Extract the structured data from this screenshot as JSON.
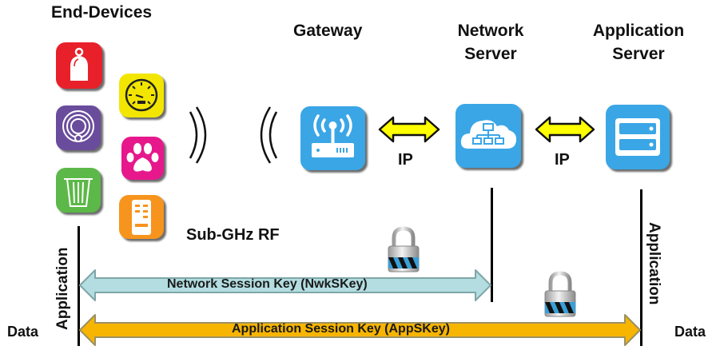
{
  "titles": {
    "end_devices": "End-Devices",
    "gateway": "Gateway",
    "network_server_line1": "Network",
    "network_server_line2": "Server",
    "application_server_line1": "Application",
    "application_server_line2": "Server"
  },
  "links": {
    "rf_label": "Sub-GHz RF",
    "ip_label_1": "IP",
    "ip_label_2": "IP"
  },
  "end_devices": [
    {
      "icon": "bottle-icon",
      "color": "#e8202a"
    },
    {
      "icon": "gauge-icon",
      "color": "#f2e600"
    },
    {
      "icon": "smoke-detector-icon",
      "color": "#6a4c9c"
    },
    {
      "icon": "paw-icon",
      "color": "#e6188c"
    },
    {
      "icon": "trash-bin-icon",
      "color": "#5cb848"
    },
    {
      "icon": "remote-control-icon",
      "color": "#f7941d"
    }
  ],
  "server_icon_color": "#3aa6e6",
  "keys": {
    "nwk_label": "Network Session Key (NwkSKey)",
    "nwk_color": "#b3dde0",
    "app_label": "Application Session Key (AppSKey)",
    "app_color": "#f7b500"
  },
  "side_labels": {
    "left_data": "Data",
    "left_application": "Application",
    "right_data": "Data",
    "right_application": "Application"
  },
  "ip_arrow_color": "#ffff00"
}
